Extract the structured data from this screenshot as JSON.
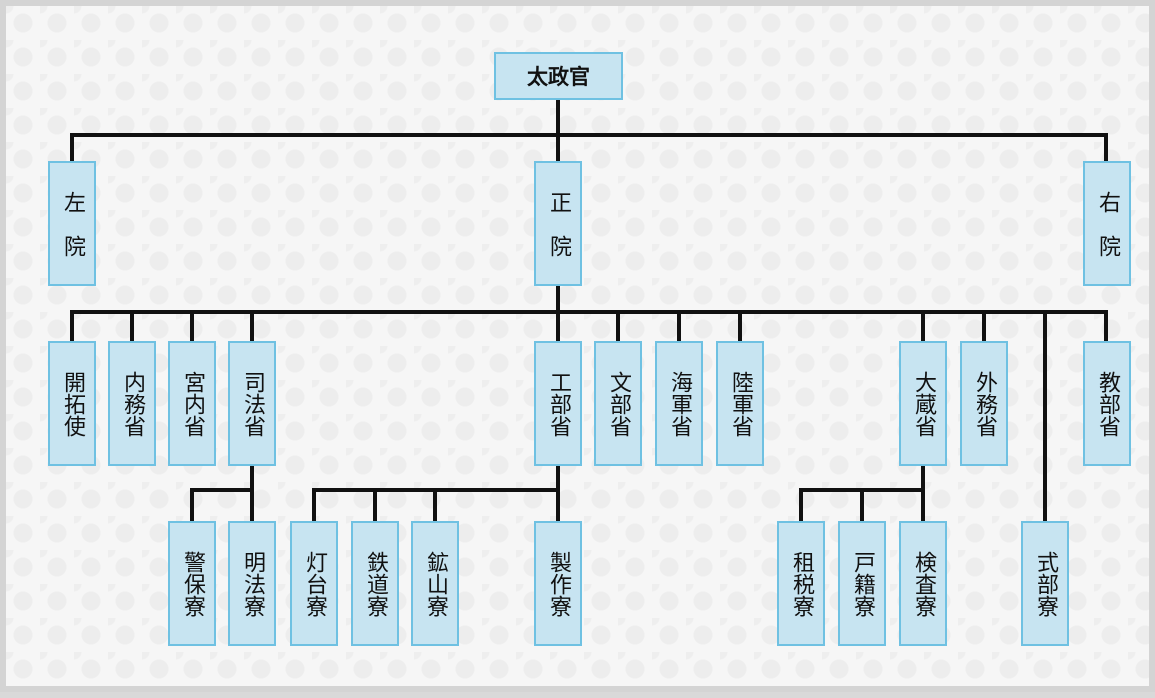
{
  "root": {
    "label": "太政官"
  },
  "councils": {
    "left": "左院",
    "main": "正院",
    "right": "右院"
  },
  "ministries": {
    "kaitakushi": "開拓使",
    "naimusho": "内務省",
    "kunaisho": "宮内省",
    "shihosho": "司法省",
    "kobusho": "工部省",
    "monbusho": "文部省",
    "kaigunsho": "海軍省",
    "rikugunsho": "陸軍省",
    "okurasho": "大蔵省",
    "gaimusho": "外務省",
    "kyobusho": "教部省"
  },
  "bureaus": {
    "keihoryo": "警保寮",
    "meihoryo": "明法寮",
    "todairyo": "灯台寮",
    "tetsudoryo": "鉄道寮",
    "kozanryo": "鉱山寮",
    "seisakuryo": "製作寮",
    "sozeiryo": "租税寮",
    "kosekiryo": "戸籍寮",
    "kensaryo": "検査寮",
    "shikiburyo": "式部寮"
  }
}
